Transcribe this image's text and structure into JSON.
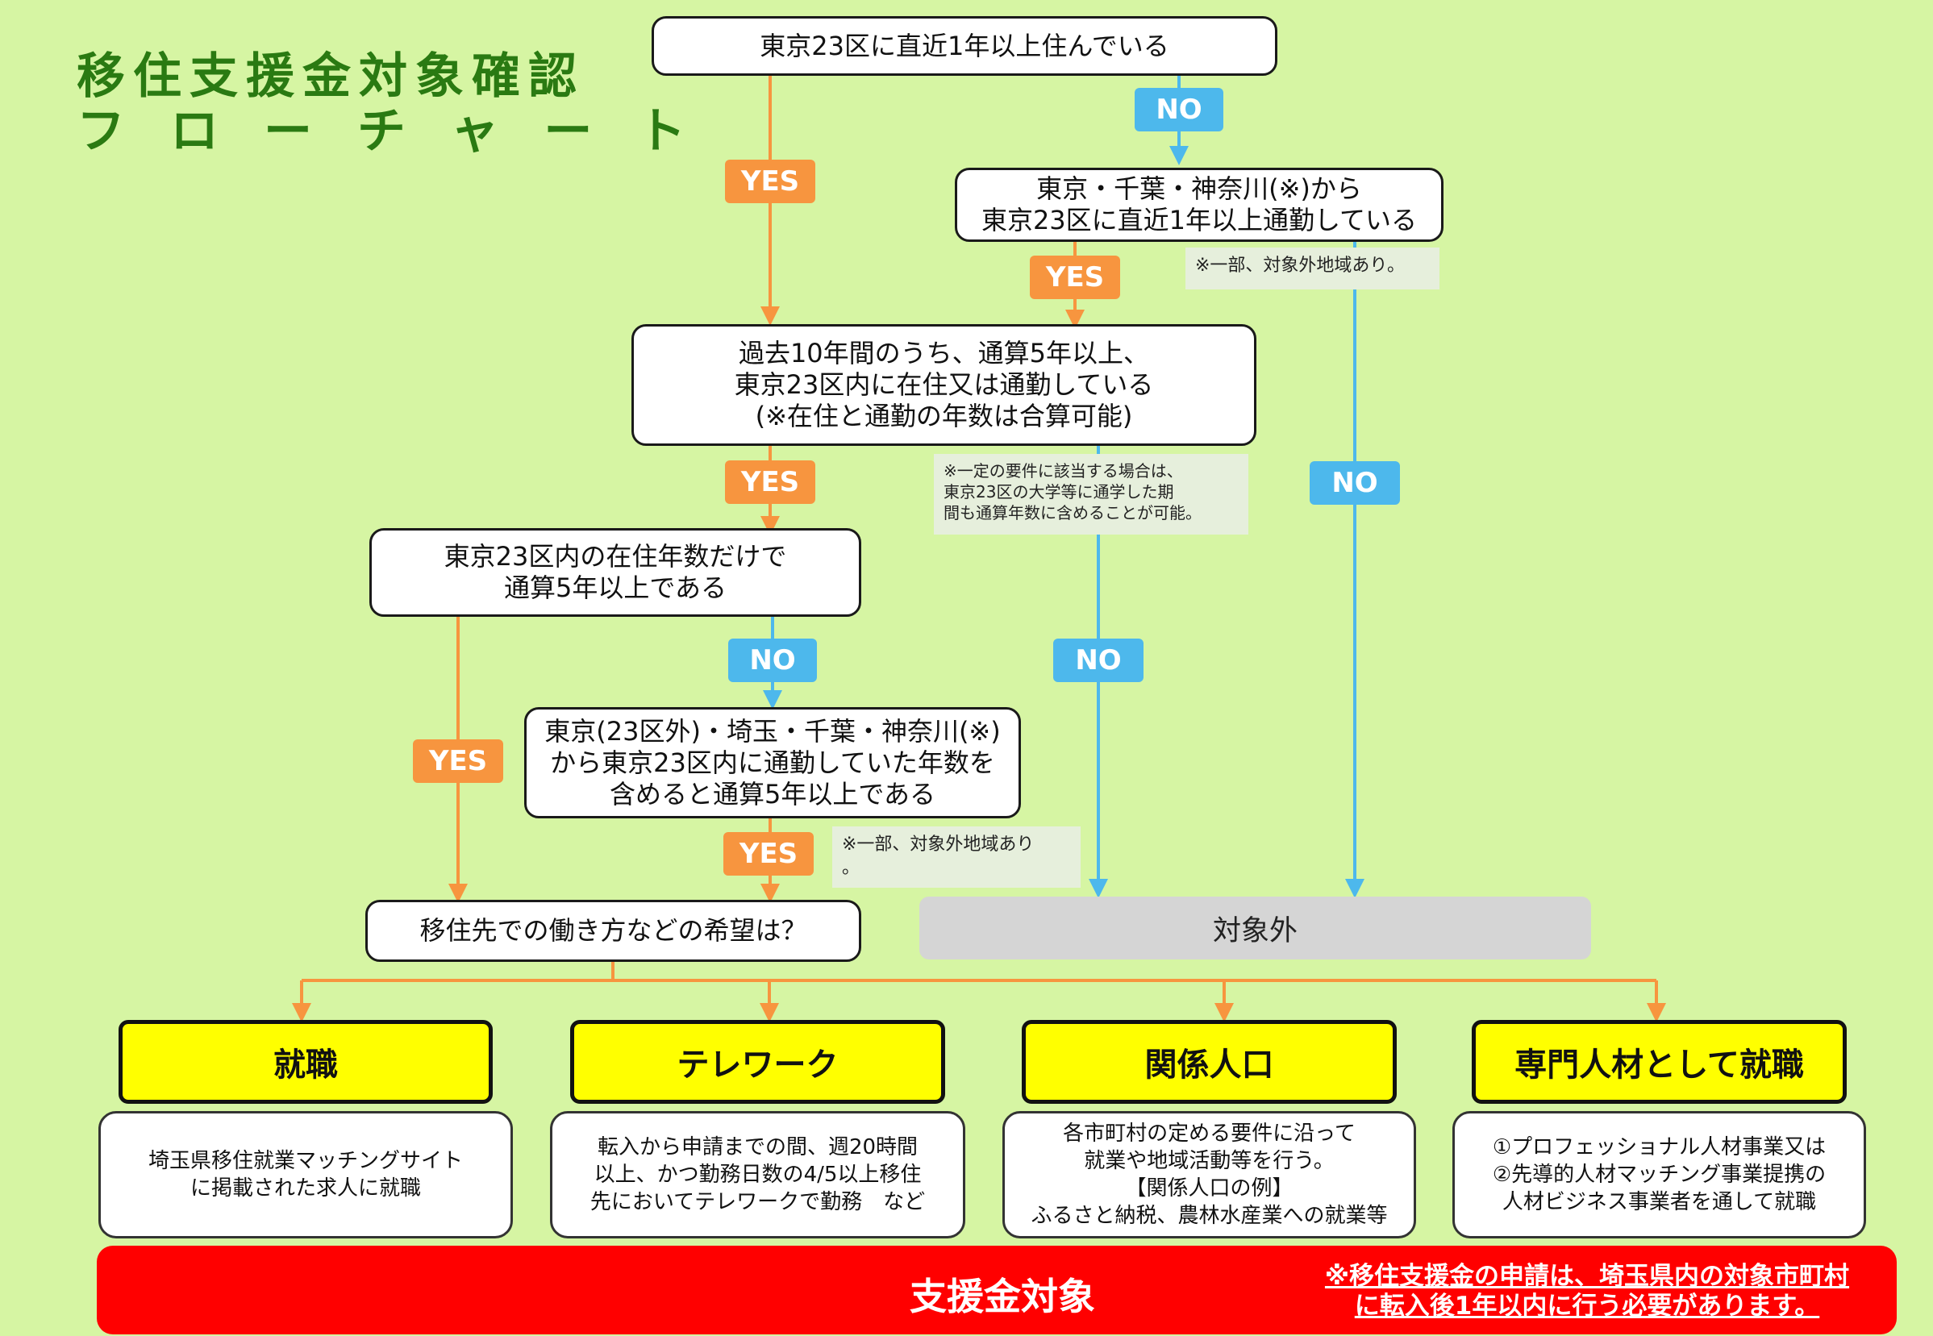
{
  "title": {
    "line1": "移住支援金対象確認",
    "line2": "フローチャート"
  },
  "boxes": {
    "q1": "東京23区に直近1年以上住んでいる",
    "q2": "東京・千葉・神奈川(※)から\n東京23区に直近1年以上通勤している",
    "q3": "過去10年間のうち、通算5年以上、\n東京23区内に在住又は通勤している\n(※在住と通勤の年数は合算可能)",
    "q4": "東京23区内の在住年数だけで\n通算5年以上である",
    "q5": "東京(23区外)・埼玉・千葉・神奈川(※)\nから東京23区内に通勤していた年数を\n含めると通算5年以上である",
    "q6": "移住先での働き方などの希望は？"
  },
  "labels": {
    "yes": "YES",
    "no": "NO"
  },
  "notes": {
    "n1": "※一部、対象外地域あり。",
    "n2": "※一定の要件に該当する場合は、\n東京23区の大学等に通学した期\n間も通算年数に含めることが可能。",
    "n3": "※一部、対象外地域あり\n。"
  },
  "outside": "対象外",
  "categories": [
    {
      "name": "就職",
      "desc": "埼玉県移住就業マッチングサイト\nに掲載された求人に就職"
    },
    {
      "name": "テレワーク",
      "desc": "転入から申請までの間、週20時間\n以上、かつ勤務日数の4/5以上移住\n先においてテレワークで勤務　など"
    },
    {
      "name": "関係人口",
      "desc": "各市町村の定める要件に沿って\n就業や地域活動等を行う。\n【関係人口の例】\nふるさと納税、農林水産業への就業等"
    },
    {
      "name": "専門人材として就職",
      "desc": "①プロフェッショナル人材事業又は\n②先導的人材マッチング事業提携の\n人材ビジネス事業者を通して就職"
    }
  ],
  "banner": {
    "main": "支援金対象",
    "note": "※移住支援金の申請は、埼玉県内の対象市町村\nに転入後1年以内に行う必要があります。"
  },
  "colors": {
    "background": "#d6f5a3",
    "yes": "#f7953f",
    "no": "#4db8ec",
    "category": "#ffff00",
    "banner": "#ff0000",
    "title": "#2a7a12"
  }
}
